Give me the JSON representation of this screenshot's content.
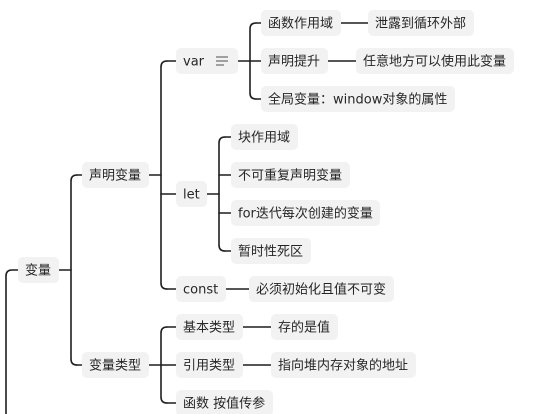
{
  "root": {
    "label": "变量"
  },
  "branches": [
    {
      "label": "声明变量",
      "children": [
        {
          "label": "var",
          "has_menu_icon": true,
          "children": [
            {
              "label": "函数作用域",
              "children": [
                {
                  "label": "泄露到循环外部"
                }
              ]
            },
            {
              "label": "声明提升",
              "children": [
                {
                  "label": "任意地方可以使用此变量"
                }
              ]
            },
            {
              "label": "全局变量：window对象的属性"
            }
          ]
        },
        {
          "label": "let",
          "children": [
            {
              "label": "块作用域"
            },
            {
              "label": "不可重复声明变量"
            },
            {
              "label": "for迭代每次创建的变量"
            },
            {
              "label": "暂时性死区"
            }
          ]
        },
        {
          "label": "const",
          "children": [
            {
              "label": "必须初始化且值不可变"
            }
          ]
        }
      ]
    },
    {
      "label": "变量类型",
      "children": [
        {
          "label": "基本类型",
          "children": [
            {
              "label": "存的是值"
            }
          ]
        },
        {
          "label": "引用类型",
          "children": [
            {
              "label": "指向堆内存对象的地址"
            }
          ]
        },
        {
          "label": "函数 按值传参"
        }
      ]
    }
  ],
  "colors": {
    "node_fill": "#f2f2f2",
    "text": "#262626",
    "connector": "#1f1f1f",
    "background": "#ffffff"
  },
  "icons": {
    "var_menu": "hamburger-menu-icon"
  }
}
